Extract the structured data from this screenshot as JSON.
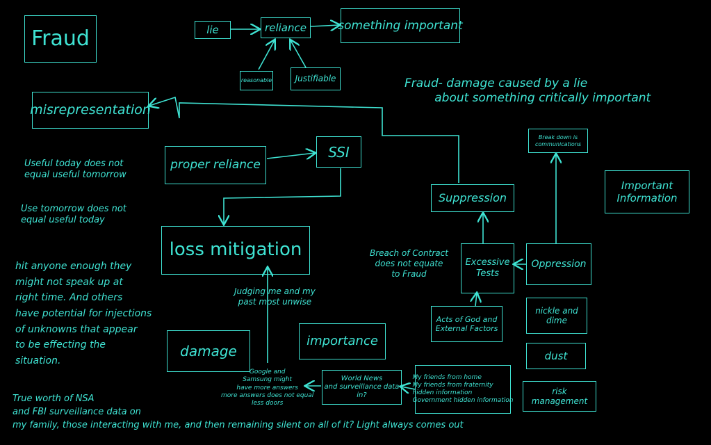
{
  "colors": {
    "background": "#000000",
    "ink": "#3fe3d3"
  },
  "title": "Fraud",
  "nodes": {
    "lie": "lie",
    "reliance": "reliance",
    "something_important": "something important",
    "reasonable": "reasonable",
    "justifiable": "Justifiable",
    "misrepresentation": "misrepresentation",
    "proper_reliance": "proper reliance",
    "ssi": "SSI",
    "loss_mitigation": "loss mitigation",
    "suppression": "Suppression",
    "break_down": "Break down is\ncommunications",
    "important_information": "Important\nInformation",
    "excessive_tests": "Excessive\nTests",
    "oppression": "Oppression",
    "acts_of_god": "Acts of God and\nExternal Factors",
    "nickle_and_dime": "nickle and\ndime",
    "dust": "dust",
    "risk_management": "risk\nmanagement",
    "damage": "damage",
    "importance": "importance",
    "world_news": "World News\nand surveillance data\nin?",
    "friends": "My friends from home\nMy friends from fraternity\nhidden information\nGovernment hidden information"
  },
  "notes": {
    "definition": "Fraud- damage caused by a lie\n        about something critically important",
    "useful_today": "Useful today does not\nequal useful tomorrow",
    "use_tomorrow": "Use tomorrow does not\nequal useful today",
    "hit_anyone": "hit anyone enough they\nmight not speak up at\nright time. And others\nhave potential for injections\nof unknowns that appear\nto be effecting the\nsituation.",
    "true_worth": "True worth of NSA\nand FBI surveillance data on\nmy family, those interacting with me, and then remaining silent on all of it? Light always comes out",
    "breach": "Breach of Contract\ndoes not equate\nto Fraud",
    "judging": "Judging me and my\npast most unwise",
    "google": "Google and\nSamsung might\nhave more answers\nmore answers does not equal\nless doors"
  }
}
